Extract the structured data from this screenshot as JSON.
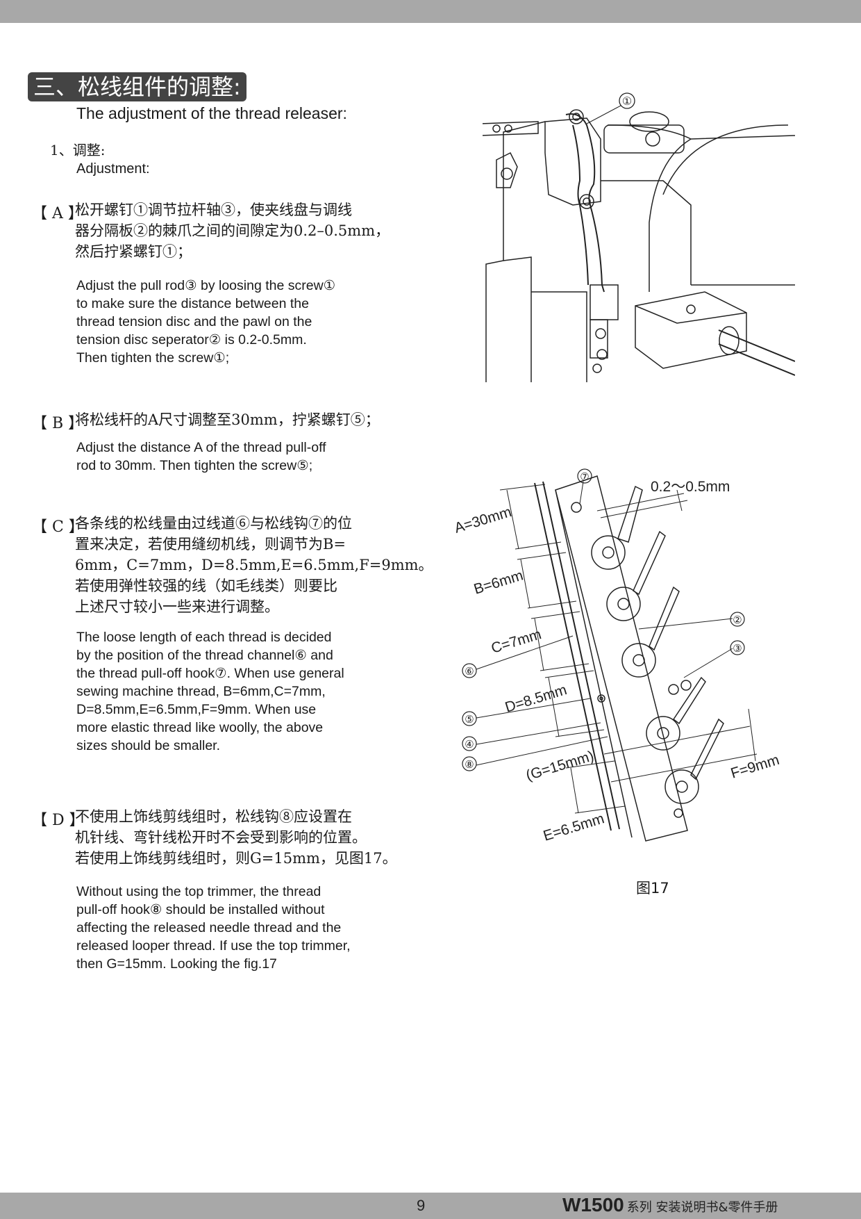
{
  "header": {
    "title_zh": "三、松线组件的调整:",
    "title_en": "The adjustment of the thread releaser:"
  },
  "section1": {
    "title_zh": "1、调整:",
    "title_en": "Adjustment:"
  },
  "items": [
    {
      "marker": "【 A 】",
      "zh": [
        "松开螺钉①调节拉杆轴③，使夹线盘与调线",
        "器分隔板②的棘爪之间的间隙定为0.2–0.5mm，",
        "然后拧紧螺钉①；"
      ],
      "en": [
        "Adjust the pull rod③ by loosing the screw①",
        "to make sure the distance between the",
        "thread tension disc and the pawl on the",
        "tension disc seperator② is 0.2-0.5mm.",
        "Then tighten the screw①;"
      ]
    },
    {
      "marker": "【 B 】",
      "zh": [
        "将松线杆的A尺寸调整至30mm，拧紧螺钉⑤；"
      ],
      "en": [
        "Adjust the distance A of the thread pull-off",
        "rod to 30mm. Then tighten the screw⑤;"
      ]
    },
    {
      "marker": "【 C 】",
      "zh": [
        "各条线的松线量由过线道⑥与松线钩⑦的位",
        "置来决定，若使用缝纫机线，则调节为B=",
        "6mm，C=7mm，D=8.5mm,E=6.5mm,F=9mm。",
        "若使用弹性较强的线（如毛线类）则要比",
        "上述尺寸较小一些来进行调整。"
      ],
      "en": [
        "The loose length of each thread is decided",
        "by the position of the thread channel⑥ and",
        "the thread pull-off hook⑦. When use general",
        "sewing machine thread, B=6mm,C=7mm,",
        "D=8.5mm,E=6.5mm,F=9mm. When use",
        "more elastic thread like woolly, the above",
        "sizes should be smaller."
      ]
    },
    {
      "marker": "【 D 】",
      "zh": [
        "不使用上饰线剪线组时，松线钩⑧应设置在",
        "机针线、弯针线松开时不会受到影响的位置。",
        "若使用上饰线剪线组时，则G=15mm，见图17。"
      ],
      "en": [
        "Without using the top trimmer, the thread",
        "pull-off hook⑧ should be installed without",
        "affecting the released needle thread and the",
        "released looper thread. If use the top trimmer,",
        "then G=15mm.  Looking the fig.17"
      ]
    }
  ],
  "figure_top": {
    "callout": "①"
  },
  "figure_bottom": {
    "gap_label": "0.2～0.5mm",
    "dims": {
      "A": "A=30mm",
      "B": "B=6mm",
      "C": "C=7mm",
      "D": "D=8.5mm",
      "G": "(G=15mm)",
      "E": "E=6.5mm",
      "F": "F=9mm"
    },
    "callouts": {
      "c7": "⑦",
      "c2": "②",
      "c3": "③",
      "c6": "⑥",
      "c5": "⑤",
      "c4": "④",
      "c8": "⑧"
    },
    "caption": "图17"
  },
  "footer": {
    "page": "9",
    "model": "W1500",
    "subtitle": "系列  安装说明书&零件手册"
  }
}
